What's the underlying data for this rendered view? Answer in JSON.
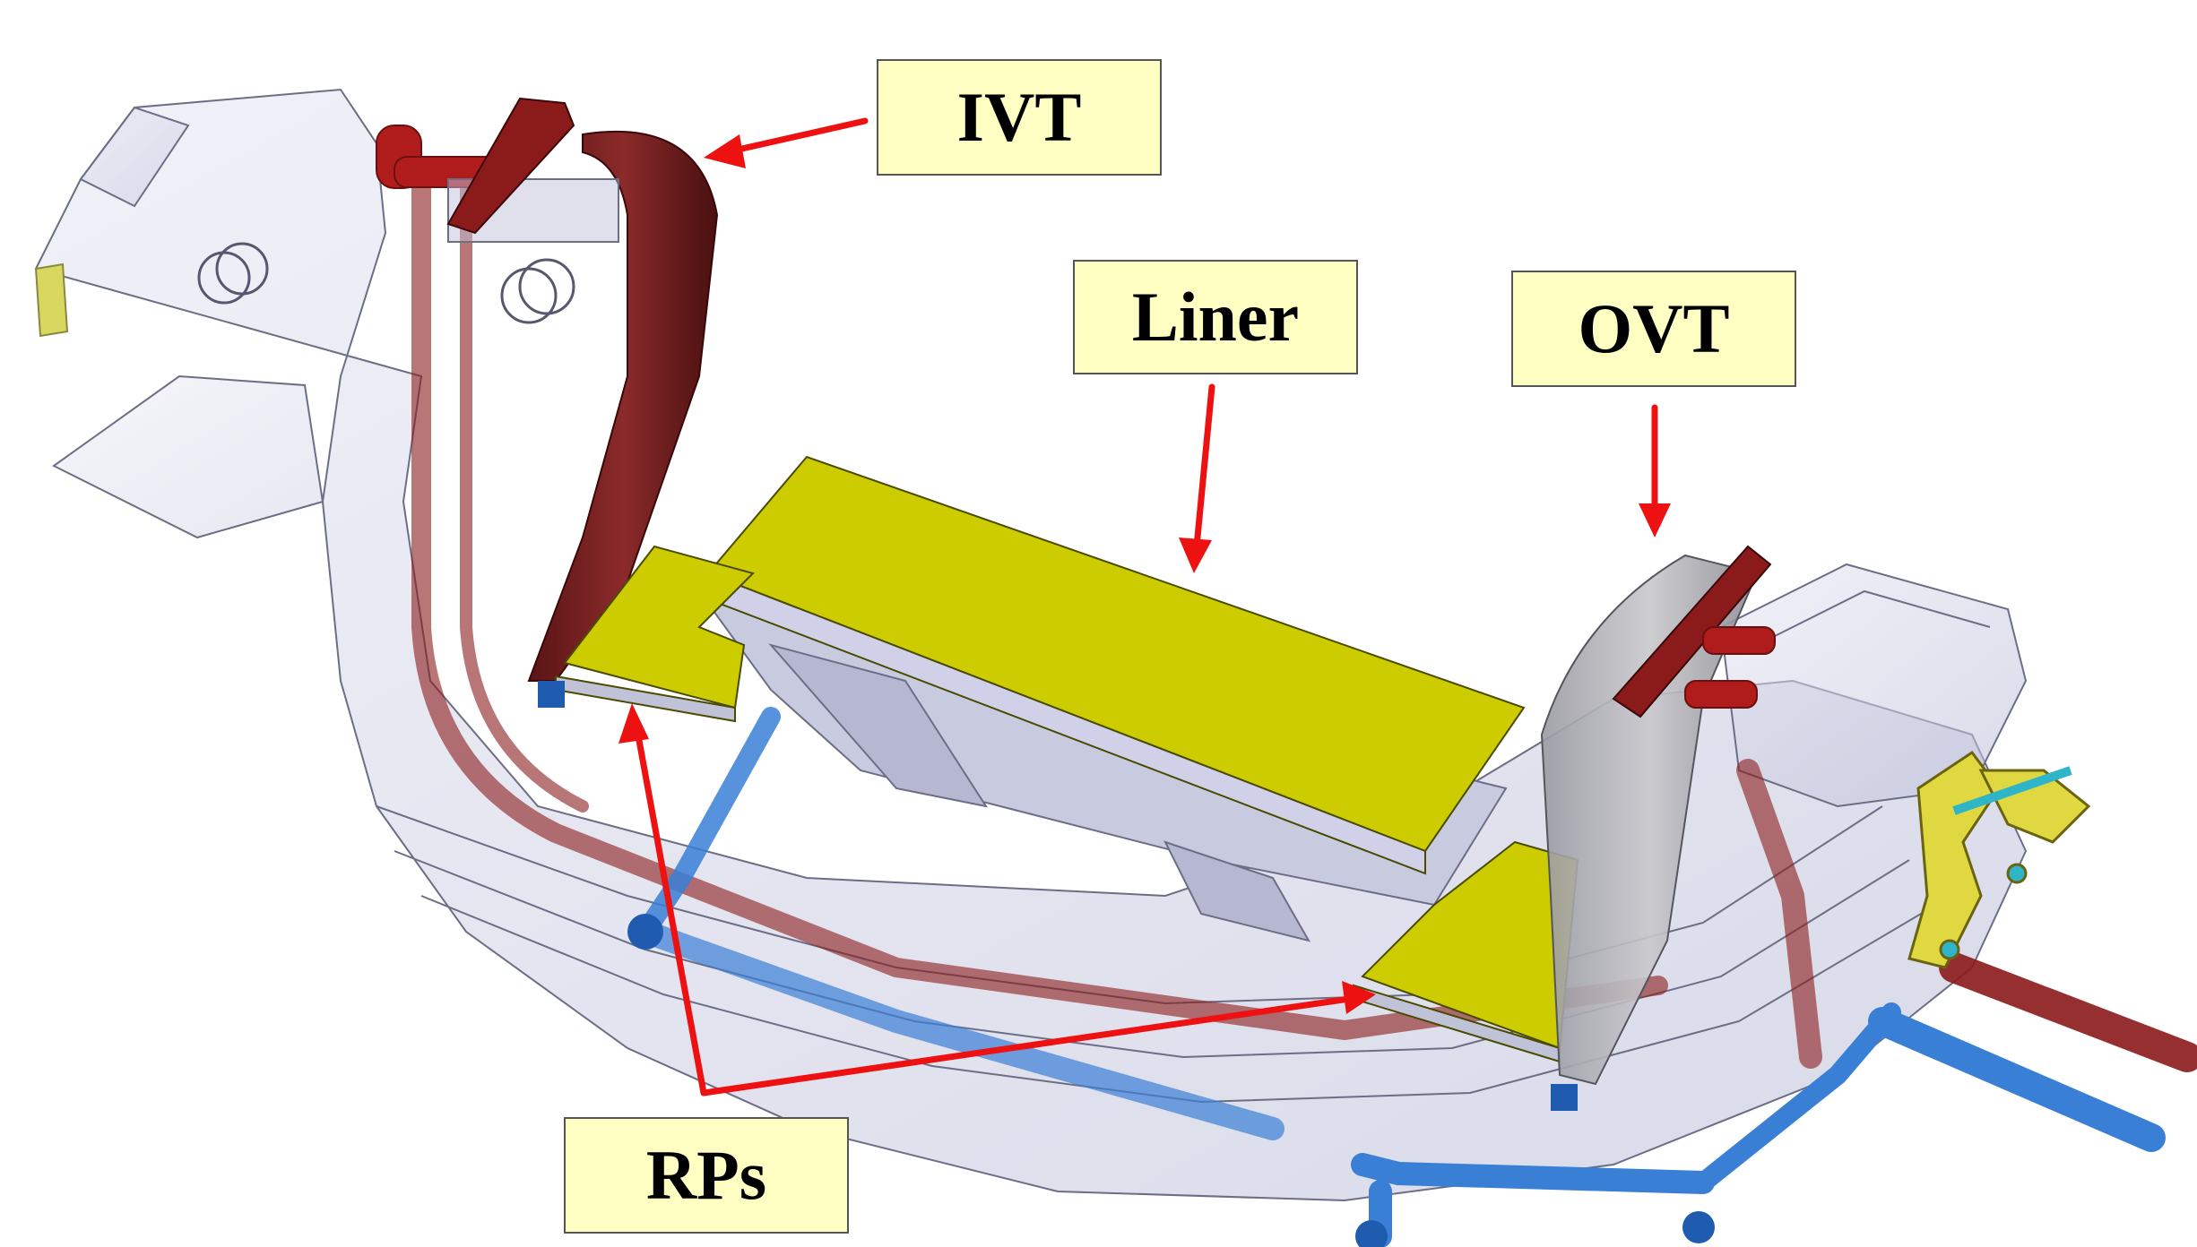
{
  "labels": {
    "ivt": "IVT",
    "liner": "Liner",
    "ovt": "OVT",
    "rps": "RPs"
  },
  "colors": {
    "label_fill": "#ffffc4",
    "arrow": "#ee1111",
    "liner": "#cccc00",
    "tubes_red": "#8b1a1a",
    "tubes_blue": "#3a7fd6",
    "structure": "#c9cbe0"
  }
}
